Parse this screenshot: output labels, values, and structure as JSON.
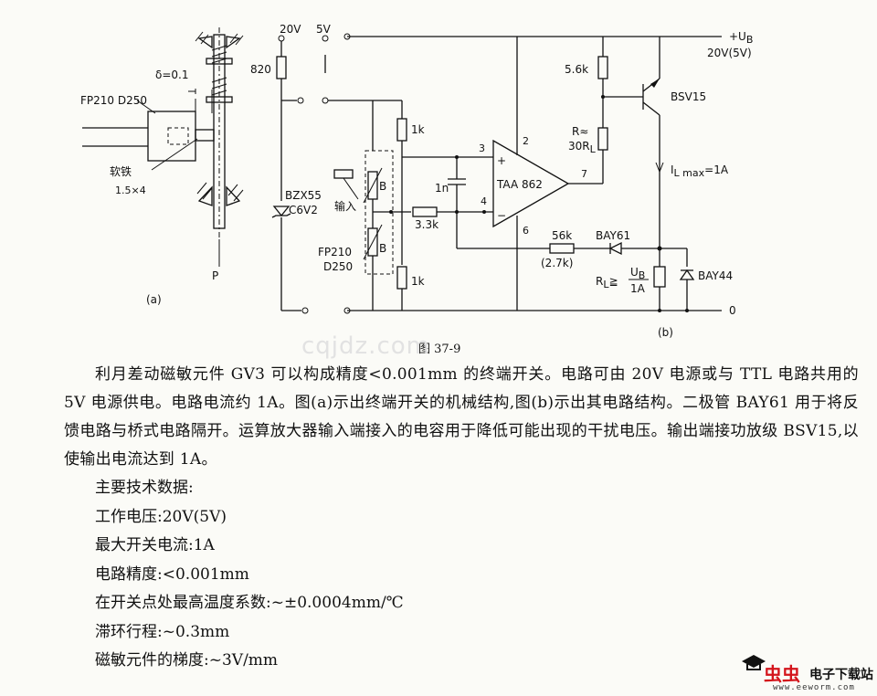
{
  "figure": {
    "caption": "图 37-9",
    "watermark": "cqjdz.com",
    "part_a": {
      "label": "(a)",
      "sensor": "FP210 D250",
      "gap": "δ=0.1",
      "iron_name": "软铁",
      "iron_size": "1.5×4",
      "plunger": "P"
    },
    "part_b": {
      "label": "(b)",
      "v20": "20V",
      "v5": "5V",
      "r820": "820",
      "zener": "BZX55",
      "zener_v": "C6V2",
      "r1k_top": "1k",
      "r1k_bot": "1k",
      "bridge_b1": "B",
      "bridge_b2": "B",
      "input": "输入",
      "sensor": "FP210",
      "sensor2": "D250",
      "cap": "1n",
      "r33k": "3.3k",
      "opamp": "TAA 862",
      "plus": "+",
      "minus": "−",
      "pin3": "3",
      "pin4": "4",
      "pin2": "2",
      "pin6": "6",
      "pin7": "7",
      "r56k": "5.6k",
      "r_rl_1": "R≈",
      "r_rl_2": "30R",
      "r_rl_sub": "L",
      "transistor": "BSV15",
      "ub": "+U",
      "ub_sub": "B",
      "supply": "20V(5V)",
      "current": "I",
      "current_sub": "L max",
      "current_val": "=1A",
      "r56k_fb": "56k",
      "r27k_fb": "(2.7k)",
      "diode_fb": "BAY61",
      "rl_1": "R",
      "rl_sub": "L",
      "rl_2": "≧",
      "rl_num": "U",
      "rl_num_sub": "B",
      "rl_den": "1A",
      "diode_free": "BAY44",
      "gnd": "0"
    }
  },
  "body": {
    "paragraph": "利月差动磁敏元件 GV3 可以构成精度<0.001mm 的终端开关。电路可由 20V 电源或与 TTL 电路共用的 5V 电源供电。电路电流约 1A。图(a)示出终端开关的机械结构,图(b)示出其电路结构。二极管 BAY61 用于将反馈电路与桥式电路隔开。运算放大器输入端接入的电容用于降低可能出现的干扰电压。输出端接功放级 BSV15,以使输出电流达到 1A。",
    "spec_title": "主要技术数据:",
    "specs": [
      "工作电压:20V(5V)",
      "最大开关电流:1A",
      "电路精度:<0.001mm",
      "在开关点处最高温度系数:~±0.0004mm/℃",
      "滞环行程:~0.3mm",
      "磁敏元件的梯度:~3V/mm"
    ]
  },
  "logo": {
    "cn": "虫虫",
    "site": "电子下载站",
    "url": "www.eeworm.com"
  },
  "colors": {
    "logo_red": "#d4141b",
    "ink": "#111111"
  }
}
